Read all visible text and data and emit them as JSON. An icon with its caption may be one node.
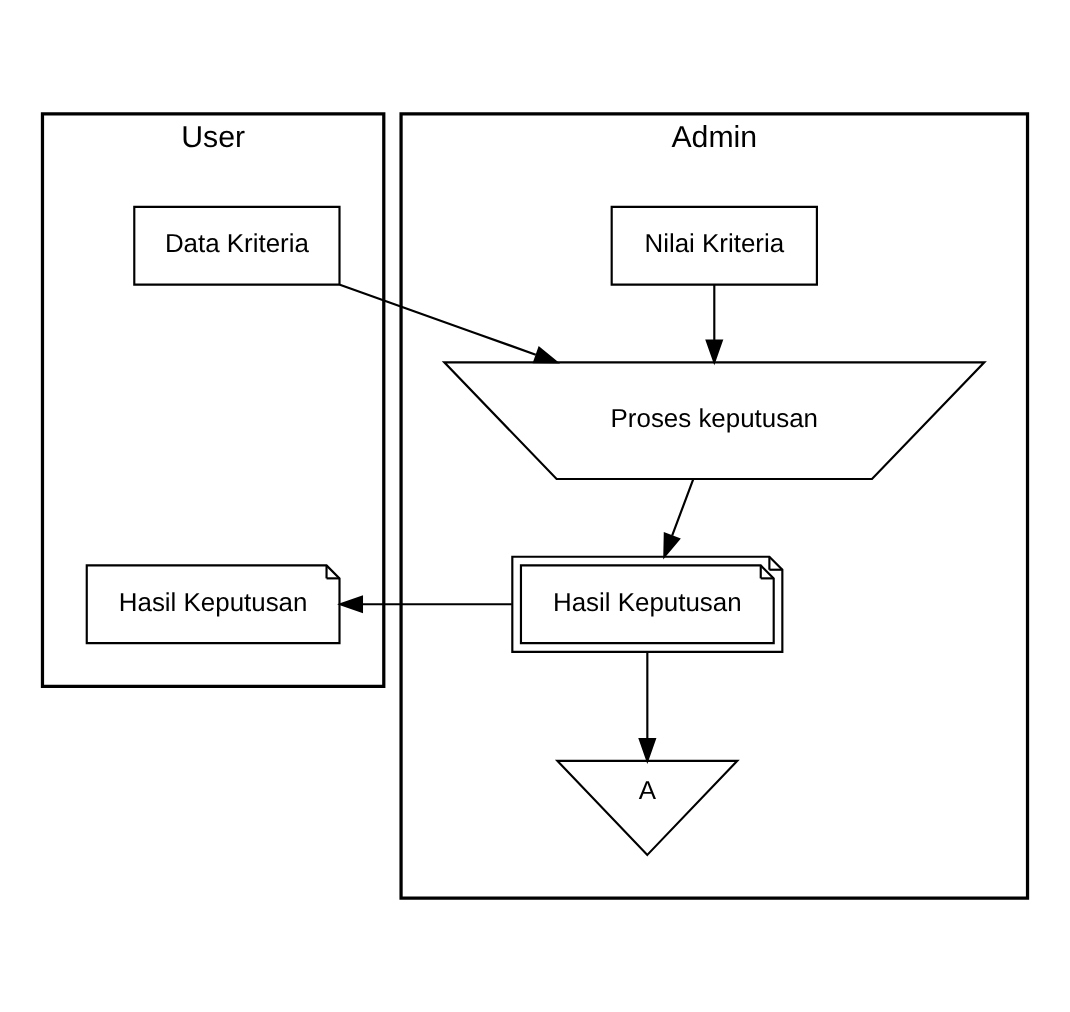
{
  "diagram": {
    "nodes": [
      {
        "text": [
          "User"
        ]
      },
      {
        "text": [
          "Admin"
        ]
      },
      {
        "text": [
          "Data Kriteria"
        ],
        "in": 0
      },
      {
        "text": [
          "Hasil Keputusan"
        ],
        "in": 0
      },
      {
        "text": [
          "Nilai Kriteria"
        ],
        "in": 1
      },
      {
        "text": [
          "Proses keputusan"
        ],
        "in": 1
      },
      {
        "text": [
          "Hasil Keputusan"
        ],
        "in": 1
      },
      {
        "text": [
          "A"
        ],
        "in": 1
      }
    ],
    "edges": [
      {
        "from": 2,
        "to": 5,
        "arrow": "to"
      },
      {
        "from": 4,
        "to": 5,
        "arrow": "to"
      },
      {
        "from": 5,
        "to": 6,
        "arrow": "to"
      },
      {
        "from": 6,
        "to": 3,
        "arrow": "to"
      },
      {
        "from": 6,
        "to": 7,
        "arrow": "to"
      }
    ]
  }
}
